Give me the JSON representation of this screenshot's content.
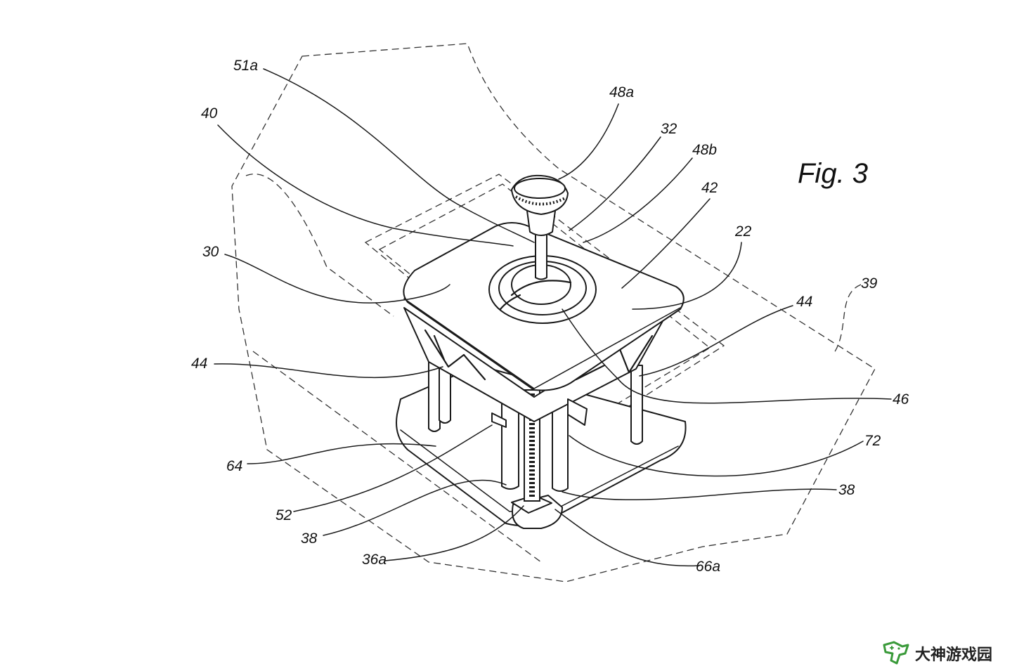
{
  "figure": {
    "title": "Fig. 3"
  },
  "labels": {
    "l51a": "51a",
    "l48a": "48a",
    "l40": "40",
    "l32": "32",
    "l48b": "48b",
    "l42": "42",
    "l22": "22",
    "l30": "30",
    "l39": "39",
    "l44_right": "44",
    "l44_left": "44",
    "l46": "46",
    "l72": "72",
    "l64": "64",
    "l38_right": "38",
    "l52": "52",
    "l38_left": "38",
    "l36a": "36a",
    "l66a": "66a"
  },
  "watermark": {
    "text": "大神游戏园",
    "logo": "gamepad-logo",
    "logo_color": "#3a9a3a"
  }
}
